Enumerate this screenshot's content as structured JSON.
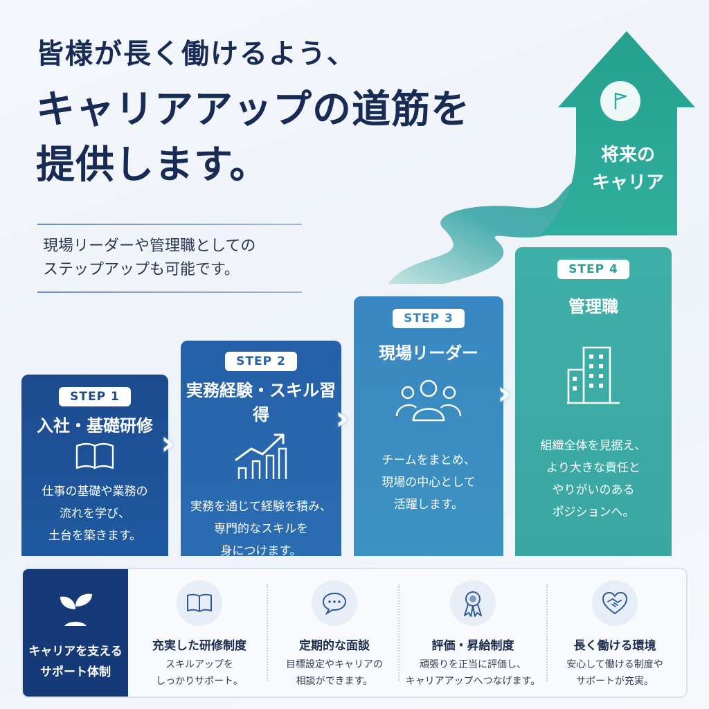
{
  "headline": {
    "line1": "皆様が長く働けるよう、",
    "line2": "キャリアアップの道筋を",
    "line3": "提供します。"
  },
  "subtext": {
    "line1": "現場リーダーや管理職としての",
    "line2": "ステップアップも可能です。"
  },
  "future": {
    "line1": "将来の",
    "line2": "キャリア",
    "icon": "flag-icon"
  },
  "steps": [
    {
      "badge": "STEP 1",
      "title": "入社・基礎研修",
      "icon": "book-icon",
      "desc1": "仕事の基礎や業務の",
      "desc2": "流れを学び、",
      "desc3": "土台を築きます。"
    },
    {
      "badge": "STEP 2",
      "title": "実務経験・スキル習得",
      "icon": "growth-chart-icon",
      "desc1": "実務を通じて経験を積み、",
      "desc2": "専門的なスキルを",
      "desc3": "身につけます。"
    },
    {
      "badge": "STEP 3",
      "title": "現場リーダー",
      "icon": "team-icon",
      "desc1": "チームをまとめ、",
      "desc2": "現場の中心として",
      "desc3": "活躍します。"
    },
    {
      "badge": "STEP 4",
      "title": "管理職",
      "icon": "building-icon",
      "desc1": "組織全体を見据え、",
      "desc2": "より大きな責任と",
      "desc3": "やりがいのある",
      "desc4": "ポジションへ。"
    }
  ],
  "support": {
    "head1": "キャリアを支える",
    "head2": "サポート体制",
    "icon": "sprout-icon",
    "features": [
      {
        "title": "充実した研修制度",
        "d1": "スキルアップを",
        "d2": "しっかりサポート。",
        "icon": "book-icon"
      },
      {
        "title": "定期的な面談",
        "d1": "目標設定やキャリアの",
        "d2": "相談ができます。",
        "icon": "chat-bubble-icon"
      },
      {
        "title": "評価・昇給制度",
        "d1": "頑張りを正当に評価し、",
        "d2": "キャリアアップへつなげます。",
        "icon": "award-ribbon-icon"
      },
      {
        "title": "長く働ける環境",
        "d1": "安心して働ける制度や",
        "d2": "サポートが充実。",
        "icon": "heart-handshake-icon"
      }
    ]
  },
  "colors": {
    "navy": "#172b55",
    "step1": "#1d4a8f",
    "step2": "#2560a8",
    "step3": "#3a86c2",
    "step4": "#3fb0a8",
    "teal": "#2fa99a"
  }
}
